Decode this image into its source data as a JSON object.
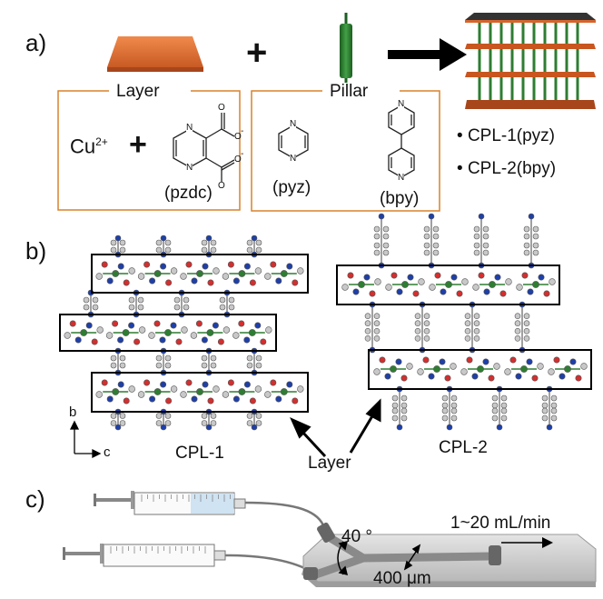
{
  "panels": {
    "a": "a)",
    "b": "b)",
    "c": "c)"
  },
  "panel_a": {
    "plus_signs": [
      "+",
      "+"
    ],
    "layer_box_title": "Layer",
    "pillar_box_title": "Pillar",
    "copper": "Cu",
    "copper_charge": "2+",
    "pzdc_label": "(pzdc)",
    "pyz_label": "(pyz)",
    "bpy_label": "(bpy)",
    "atom_N": "N",
    "atom_O": "O",
    "charge_minus": "-",
    "products": [
      "CPL-1(pyz)",
      "CPL-2(bpy)"
    ],
    "bullet": "•",
    "colors": {
      "layer": "#e0703a",
      "box_border": "#d9822b",
      "pillar": "#2e7d32"
    }
  },
  "panel_b": {
    "cpl1_label": "CPL-1",
    "cpl2_label": "CPL-2",
    "layer_label": "Layer",
    "axis_b": "b",
    "axis_c": "c"
  },
  "panel_c": {
    "flow_rate": "1~20 mL/min",
    "angle": "40 °",
    "channel_width": "400 μm"
  }
}
